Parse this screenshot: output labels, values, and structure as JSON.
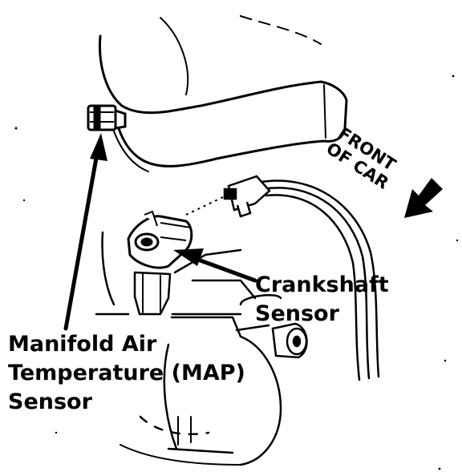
{
  "labels": {
    "crankshaft": [
      "Crankshaft",
      "Sensor"
    ],
    "manifold": [
      "Manifold Air",
      "Temperature (MAP)",
      "Sensor"
    ],
    "front_of_car": [
      "FRONT",
      "OF CAR"
    ]
  },
  "colors": {
    "ink": "#000000",
    "paper": "#ffffff"
  },
  "icons": [
    "front-direction-arrow-icon",
    "crankshaft-pointer-arrow",
    "map-pointer-arrow"
  ]
}
